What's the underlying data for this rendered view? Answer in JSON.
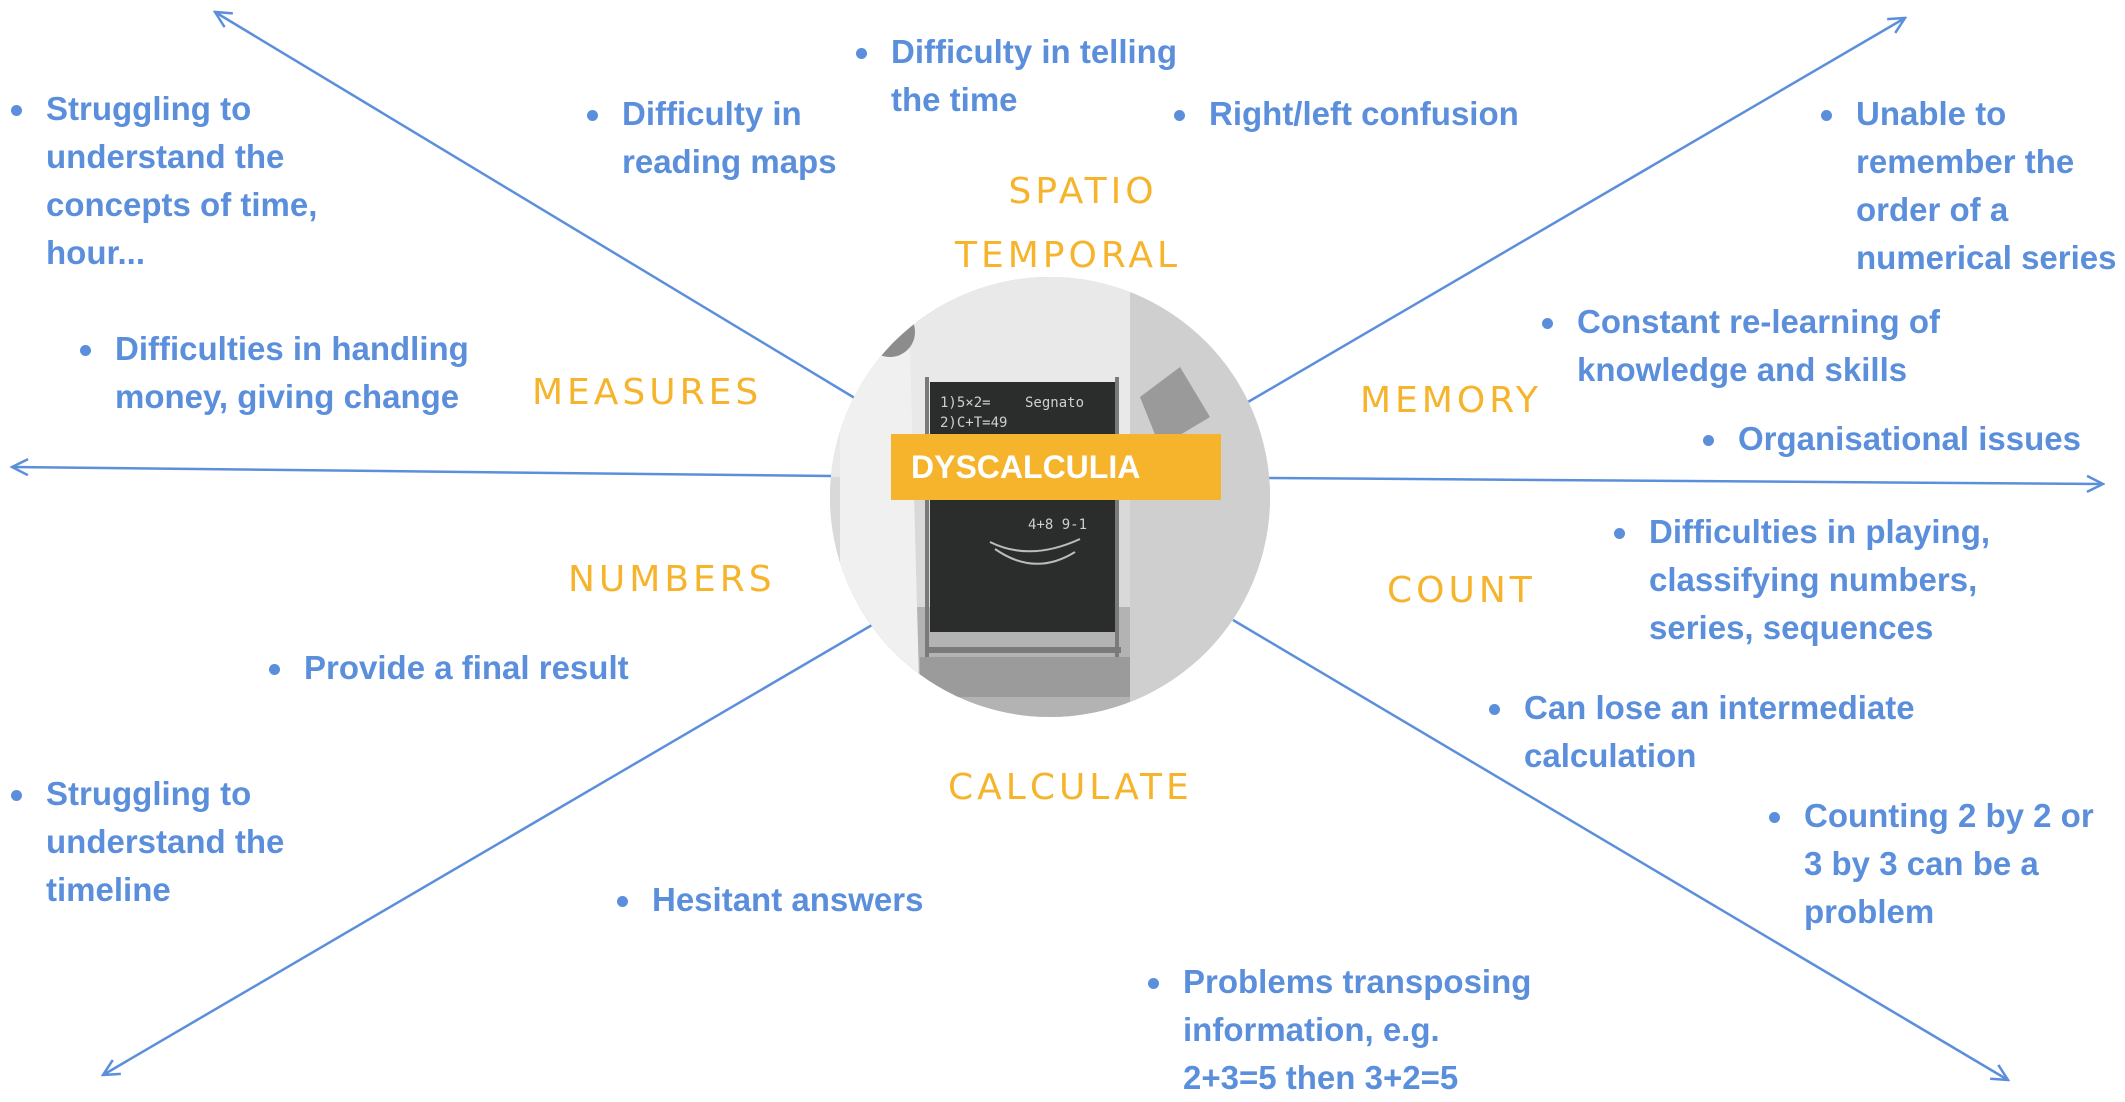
{
  "title": "DYSCALCULIA",
  "colors": {
    "accent": "#f6b42c",
    "text": "#5b8fdc",
    "line": "#5b8fdc"
  },
  "categories": {
    "spatio_temporal": [
      "SPATIO",
      "TEMPORAL"
    ],
    "measures": "MEASURES",
    "numbers": "NUMBERS",
    "calculate": "CALCULATE",
    "memory": "MEMORY",
    "count": "COUNT"
  },
  "notes": {
    "struggling_time": [
      "Struggling to",
      "understand the",
      "concepts of time,",
      "hour..."
    ],
    "reading_maps": [
      "Difficulty in",
      "reading maps"
    ],
    "telling_time": [
      "Difficulty in telling",
      "the time"
    ],
    "right_left": [
      "Right/left confusion"
    ],
    "numerical_series": [
      "Unable to",
      "remember the",
      "order of a",
      "numerical series"
    ],
    "handling_money": [
      "Difficulties in handling",
      "money, giving change"
    ],
    "relearning": [
      "Constant re-learning of",
      "knowledge and skills"
    ],
    "organisational": [
      "Organisational issues"
    ],
    "playing_classifying": [
      "Difficulties in playing,",
      "classifying numbers,",
      "series, sequences"
    ],
    "final_result": [
      "Provide a final result"
    ],
    "intermediate_calc": [
      "Can lose an intermediate",
      "calculation"
    ],
    "timeline": [
      "Struggling to",
      "understand the",
      "timeline"
    ],
    "counting_by": [
      "Counting 2 by 2 or",
      "3 by 3 can be a",
      "problem"
    ],
    "hesitant": [
      "Hesitant answers"
    ],
    "transposing": [
      "Problems transposing",
      "information, e.g.",
      "2+3=5 then 3+2=5"
    ]
  },
  "photo": {
    "chalk_text": [
      "1)5×2=",
      "2)C+T=49",
      "Segnato",
      "4+8  9-1"
    ]
  }
}
